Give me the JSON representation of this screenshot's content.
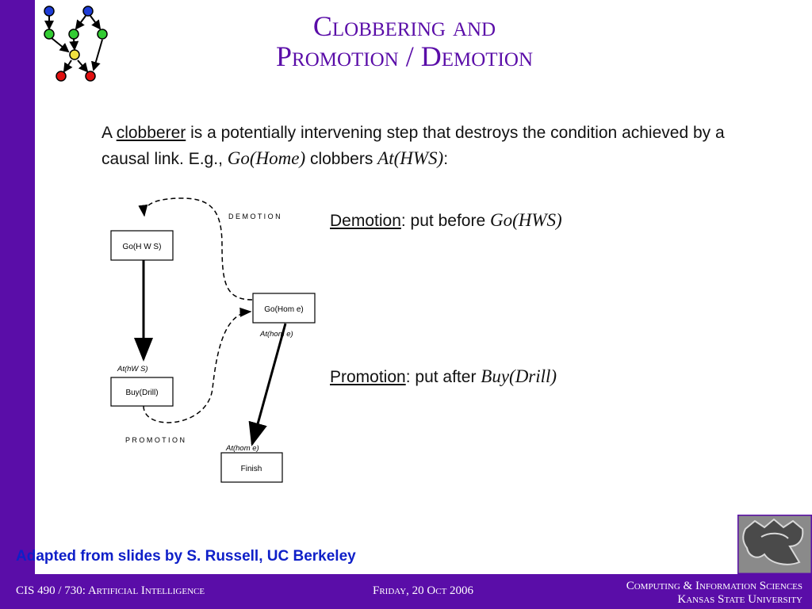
{
  "slide": {
    "title_line1": "Clobbering and",
    "title_line2": "Promotion / Demotion"
  },
  "intro": {
    "p1_a": "A ",
    "clobberer": "clobberer",
    "p1_b": " is a potentially intervening step that destroys the condition achieved by a causal link.  E.g., ",
    "go_home": "Go(Home)",
    "p1_c": " clobbers ",
    "at_hws": "At(HWS)",
    "p1_d": ":"
  },
  "diagram": {
    "node_go_hws": "Go(H W S)",
    "node_go_home": "Go(Hom e)",
    "node_buy_drill": "Buy(Drill)",
    "node_finish": "Finish",
    "label_demotion": "D E M O T I O N",
    "label_promotion": "P R O M O T I O N",
    "cond_at_hws": "At(hW S)",
    "cond_at_home": "At(hom e)",
    "cond_at_home_finish": "At(hom e)"
  },
  "demotion": {
    "word": "Demotion",
    "text": ":  put before ",
    "math": "Go(HWS)"
  },
  "promotion": {
    "word": "Promotion",
    "text": ":  put after ",
    "math": "Buy(Drill)"
  },
  "credit": "Adapted from slides by S. Russell, UC Berkeley",
  "footer": {
    "course": "CIS 490 / 730: Artificial Intelligence",
    "date": "Friday, 20 Oct 2006",
    "dept": "Computing & Information Sciences",
    "univ": "Kansas State University"
  },
  "colors": {
    "brand_purple": "#5a0da8",
    "credit_blue": "#0e1fc8"
  },
  "icons": {
    "logo": "graph-network-logo",
    "university": "wildcat-logo"
  }
}
